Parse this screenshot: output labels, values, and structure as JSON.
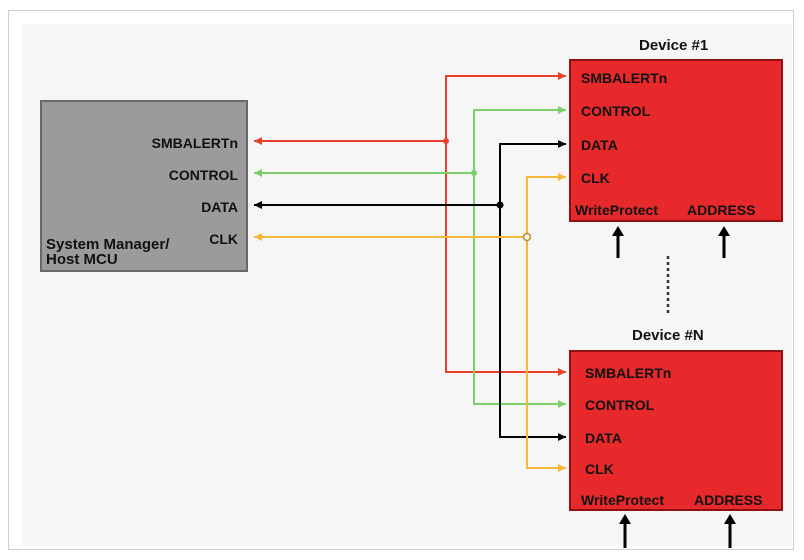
{
  "host": {
    "title": "System Manager/ Host MCU",
    "pins": [
      "SMBALERTn",
      "CONTROL",
      "DATA",
      "CLK"
    ]
  },
  "device1": {
    "title": "Device #1",
    "pins": [
      "SMBALERTn",
      "CONTROL",
      "DATA",
      "CLK"
    ],
    "bottom_labels": [
      "WriteProtect",
      "ADDRESS"
    ]
  },
  "deviceN": {
    "title": "Device #N",
    "pins": [
      "SMBALERTn",
      "CONTROL",
      "DATA",
      "CLK"
    ],
    "bottom_labels": [
      "WriteProtect",
      "ADDRESS"
    ]
  },
  "colors": {
    "smbalert_line": "#e8402a",
    "control_line": "#7ccf6a",
    "data_line": "#000000",
    "clk_line": "#f5b93a",
    "device_fill": "#e8292b",
    "host_fill": "#9b9b9b"
  }
}
